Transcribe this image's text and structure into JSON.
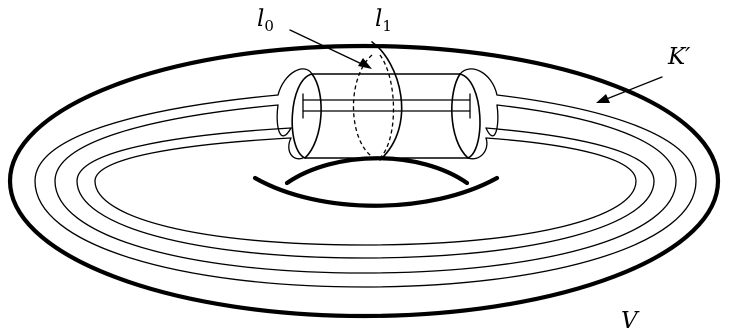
{
  "figure": {
    "labels": {
      "l0": {
        "base": "l",
        "subscript": "0"
      },
      "l1": {
        "base": "l",
        "subscript": "1"
      },
      "k_prime": "K′",
      "v": "V"
    },
    "colors": {
      "ink": "#000000",
      "background": "#ffffff"
    }
  }
}
